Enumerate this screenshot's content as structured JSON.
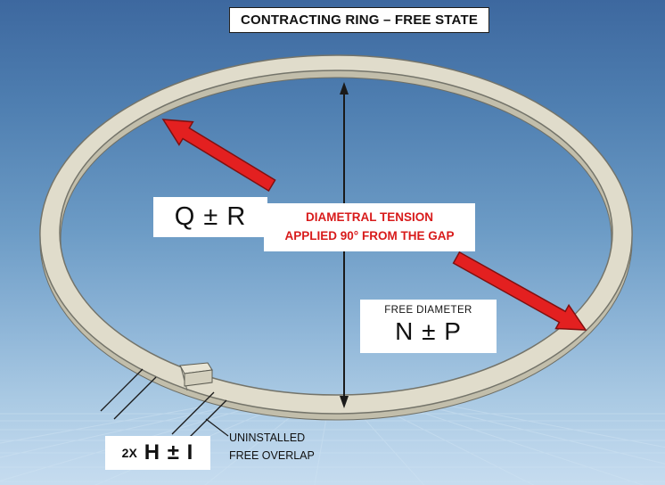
{
  "slide": {
    "title": "CONTRACTING RING – FREE STATE"
  },
  "callouts": {
    "gap_load": {
      "value": "Q ± R"
    },
    "diametral_tension": {
      "line1": "DIAMETRAL TENSION",
      "line2": "APPLIED 90° FROM THE GAP"
    },
    "free_diameter": {
      "caption": "FREE DIAMETER",
      "value": "N ± P"
    },
    "free_overlap": {
      "multiplier": "2X",
      "value": "H ± I",
      "note_line1": "UNINSTALLED",
      "note_line2": "FREE OVERLAP"
    }
  },
  "graphics": {
    "tension_arrow_upper": "red-arrow-up-left",
    "tension_arrow_lower": "red-arrow-down-right",
    "diameter_dimension": "double-headed-vertical-arrow"
  },
  "colors": {
    "arrow_red": "#E32020",
    "arrow_red_outline": "#801010",
    "tension_text_red": "#D81B1B",
    "ring_fill": "#E0DCCB",
    "ring_under_fill": "#C2BEAB",
    "ring_outline": "#6E6E64",
    "background_top": "#3D689F",
    "background_bottom": "#C6DCEF",
    "label_background": "#FFFFFF",
    "dimension_black": "#1A1A1A"
  }
}
